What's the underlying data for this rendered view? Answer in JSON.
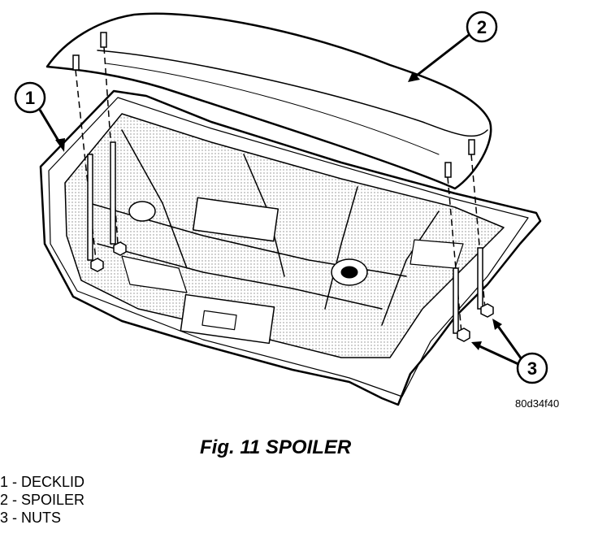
{
  "figure": {
    "callouts": [
      {
        "number": "1"
      },
      {
        "number": "2"
      },
      {
        "number": "3"
      }
    ],
    "image_id": "80d34f40",
    "caption": "Fig. 11 SPOILER"
  },
  "legend": [
    {
      "text": "1 - DECKLID"
    },
    {
      "text": "2 - SPOILER"
    },
    {
      "text": "3 - NUTS"
    }
  ]
}
